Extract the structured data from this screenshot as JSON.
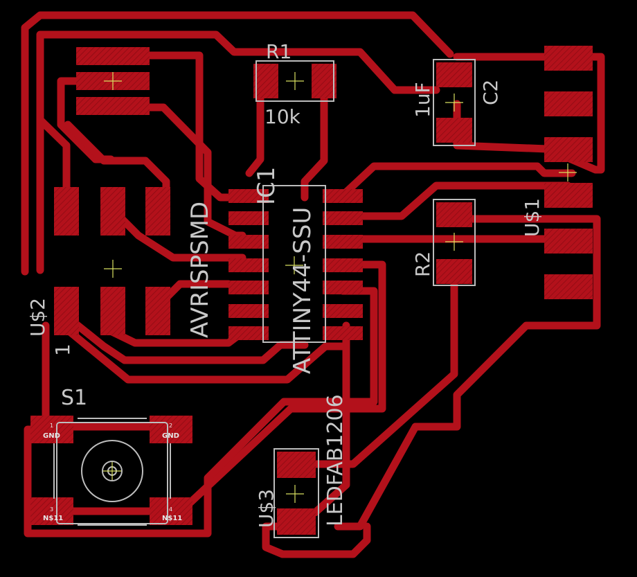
{
  "colors": {
    "background": "#000000",
    "copper": "#b3111b",
    "pad_hatch": "#9b0d16",
    "silkscreen": "#bdbdbd",
    "origin_marker": "#d8e060"
  },
  "parts": {
    "r1_name": "R1",
    "r1_value": "10k",
    "c2_name": "C2",
    "c2_value": "1uF",
    "r2_name": "R2",
    "ic_name": "IC1",
    "ic_package": "ATTINY44-SSU",
    "isp_name": "AVRISPSMD",
    "usd2_name": "U$2",
    "usd2_pin1": "1",
    "usd1_name": "U$1",
    "usd3_name": "U$3",
    "led_name": "LEDFAB1206",
    "switch_name": "S1"
  },
  "switch_pads": [
    {
      "num": "1",
      "net": "GND"
    },
    {
      "num": "2",
      "net": "GND"
    },
    {
      "num": "3",
      "net": "N$11"
    },
    {
      "num": "4",
      "net": "N$11"
    }
  ]
}
